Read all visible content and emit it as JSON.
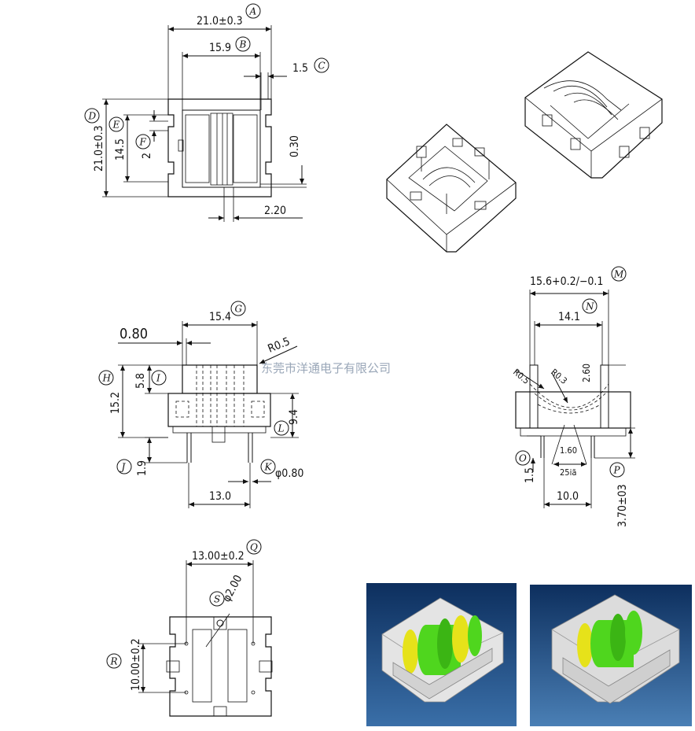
{
  "dimensions": {
    "A": "21.0±0.3",
    "B": "15.9",
    "C": "1.5",
    "D": "21.0±0.3",
    "E": "14.5",
    "F": "2",
    "top_030": "0.30",
    "top_220": "2.20",
    "G": "15.4",
    "front_080": "0.80",
    "front_r05": "R0.5",
    "H": "15.2",
    "I": "5.8",
    "L": "9.4",
    "J": "1.9",
    "K": "φ0.80",
    "front_130": "13.0",
    "M": "15.6+0.2/−0.1",
    "N": "14.1",
    "side_r05": "R0.5",
    "side_r03": "R0.3",
    "side_260": "2.60",
    "side_160": "1.60",
    "side_25": "25iã",
    "O": "1.5",
    "side_100": "10.0",
    "P": "3.70±03",
    "Q": "13.00±0.2",
    "S": "φ2.00",
    "R": "10.00±0.2"
  },
  "callouts": [
    "A",
    "B",
    "C",
    "D",
    "E",
    "F",
    "G",
    "H",
    "I",
    "J",
    "K",
    "L",
    "M",
    "N",
    "O",
    "P",
    "Q",
    "R",
    "S"
  ],
  "watermark": "东莞市洋通电子有限公司",
  "colors": {
    "line": "#111111",
    "render_bg_dark": "#0d2f5e",
    "render_bg_light": "#3a6fa8",
    "core_green": "#4fd61e",
    "core_yellow": "#e6e21a",
    "housing_grey": "#dcdcdc"
  }
}
